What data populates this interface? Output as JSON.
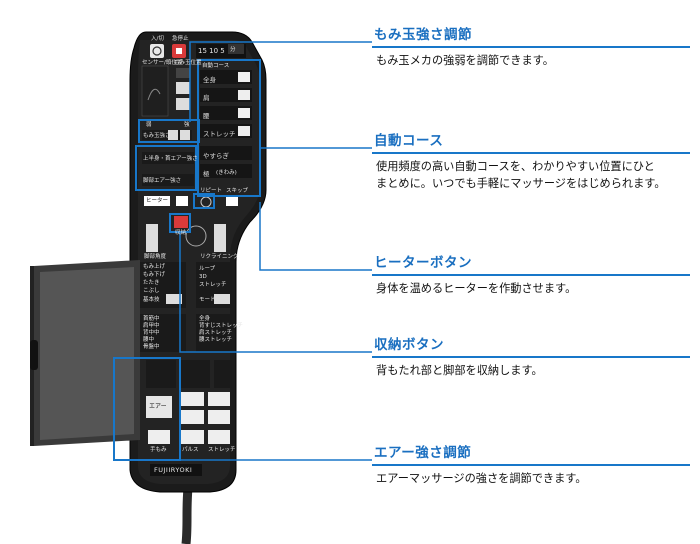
{
  "callouts": [
    {
      "title": "もみ玉強さ調節",
      "lines": [
        "もみ玉メカの強弱を調節できます。"
      ]
    },
    {
      "title": "自動コース",
      "lines": [
        "使用頻度の高い自動コースを、わかりやすい位置にひと",
        "まとめに。いつでも手軽にマッサージをはじめられます。"
      ]
    },
    {
      "title": "ヒーターボタン",
      "lines": [
        "身体を温めるヒーターを作動させます。"
      ]
    },
    {
      "title": "収納ボタン",
      "lines": [
        "背もたれ部と脚部を収納します。"
      ]
    },
    {
      "title": "エアー強さ調節",
      "lines": [
        "エアーマッサージの強さを調節できます。"
      ]
    }
  ],
  "remote": {
    "top": {
      "power": "入/切",
      "stop": "急停止",
      "time": "15 10 5",
      "unit": "分",
      "left_label": "センサー/頭位置",
      "mid_label": "もみ玉位置"
    },
    "auto": {
      "header": "自動コース",
      "courses": [
        "全身",
        "肩",
        "腰",
        "ストレッチ",
        "やすらぎ",
        "極"
      ],
      "extra": "(きわみ)"
    },
    "strength": {
      "weak": "弱",
      "strong": "強",
      "label": "もみ玉強さ"
    },
    "air_select": {
      "line1": "上半身・首エアー強さ",
      "line2": "脚部エアー強さ"
    },
    "heater": "ヒーター",
    "repeat": "リピート",
    "skip": "スキップ",
    "store": "収納",
    "leg": "脚部角度",
    "recline": "リクライニング",
    "menu_left": [
      "もみ上げ",
      "もみ下げ",
      "たたき",
      "こぶし",
      "基本技"
    ],
    "menu_right": [
      "ループ",
      "3D",
      "ストレッチ"
    ],
    "mode": "モード",
    "parts_left": [
      "首筋中",
      "肩甲中",
      "背中中",
      "腰中",
      "骨盤中"
    ],
    "parts_right": [
      "全身",
      "背すじストレッチ",
      "肩ストレッチ",
      "腰ストレッチ"
    ],
    "air": "エアー",
    "bottom": [
      "手もみ",
      "パルス",
      "ストレッチ"
    ],
    "brand": "FUJIIRYOKI"
  },
  "colors": {
    "accent": "#1877c9",
    "remote": "#1c1c1c",
    "stop": "#d93a3a"
  }
}
